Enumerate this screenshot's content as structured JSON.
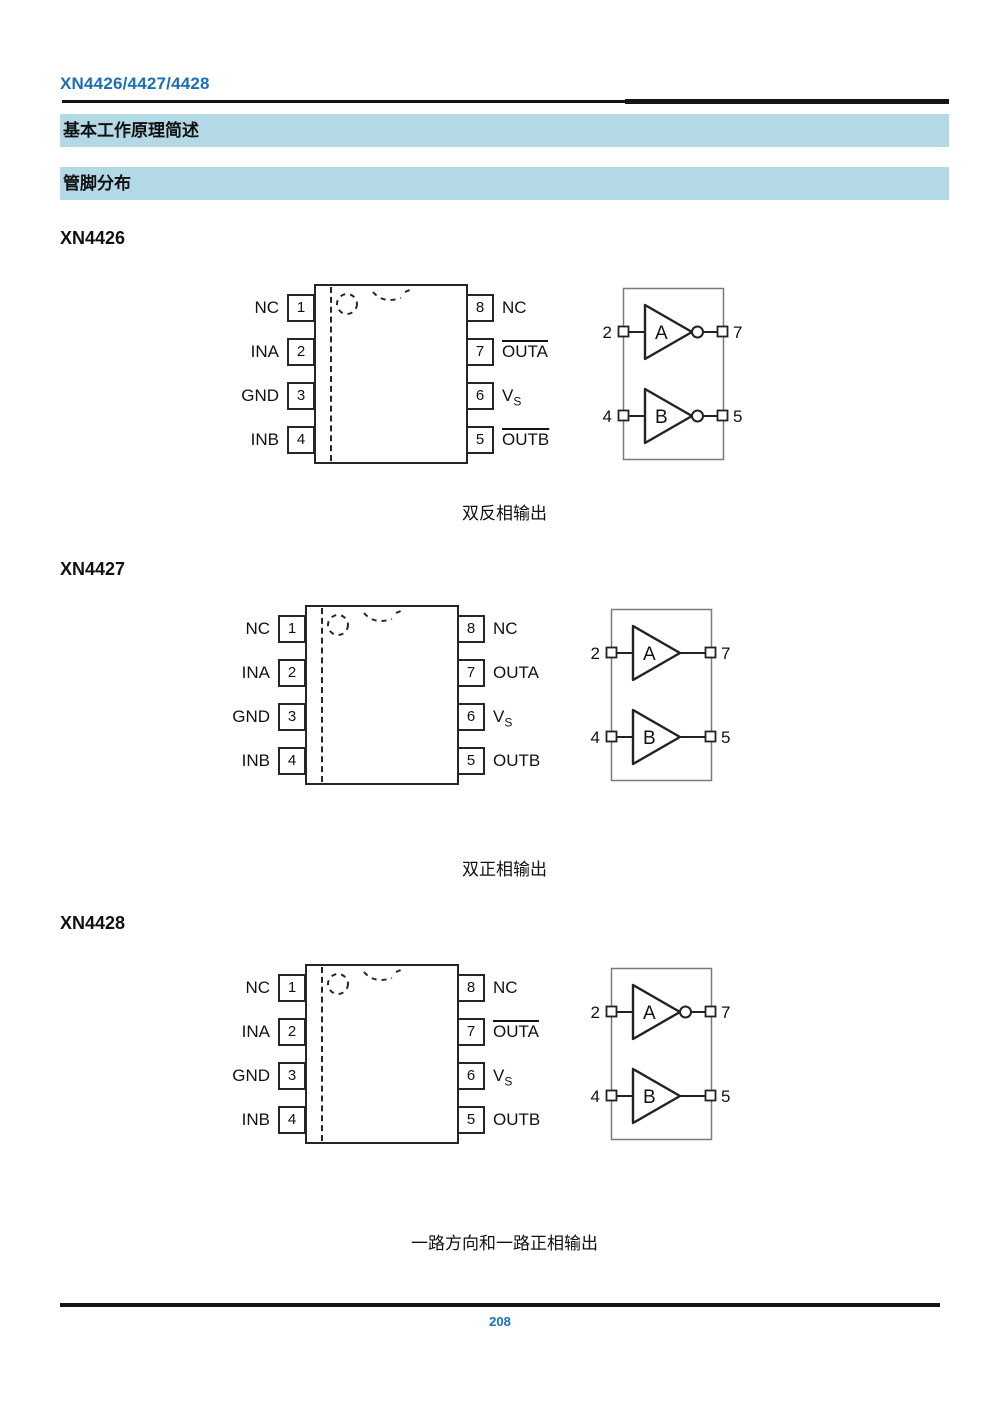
{
  "colors": {
    "accent_blue": "#1b6fb8",
    "banner_bg": "#b2d9e5",
    "rule_black": "#151515"
  },
  "page": {
    "header_title": "XN4426/4427/4428",
    "banners": [
      "基本工作原理简述",
      "管脚分布"
    ],
    "page_number": "208"
  },
  "sections": [
    {
      "title": "XN4426",
      "caption": "双反相输出",
      "chip": {
        "left_pins": [
          {
            "num": "1",
            "label": "NC"
          },
          {
            "num": "2",
            "label": "INA"
          },
          {
            "num": "3",
            "label": "GND"
          },
          {
            "num": "4",
            "label": "INB"
          }
        ],
        "right_pins": [
          {
            "num": "8",
            "label": "NC",
            "overline": false
          },
          {
            "num": "7",
            "label": "OUTA",
            "overline": true
          },
          {
            "num": "6",
            "label": "V",
            "sub": "S",
            "overline": false
          },
          {
            "num": "5",
            "label": "OUTB",
            "overline": true
          }
        ]
      },
      "logic": {
        "gates": [
          {
            "name": "A",
            "input": "2",
            "output": "7",
            "inverting": true
          },
          {
            "name": "B",
            "input": "4",
            "output": "5",
            "inverting": true
          }
        ]
      }
    },
    {
      "title": "XN4427",
      "caption": "双正相输出",
      "chip": {
        "left_pins": [
          {
            "num": "1",
            "label": "NC"
          },
          {
            "num": "2",
            "label": "INA"
          },
          {
            "num": "3",
            "label": "GND"
          },
          {
            "num": "4",
            "label": "INB"
          }
        ],
        "right_pins": [
          {
            "num": "8",
            "label": "NC",
            "overline": false
          },
          {
            "num": "7",
            "label": "OUTA",
            "overline": false
          },
          {
            "num": "6",
            "label": "V",
            "sub": "S",
            "overline": false
          },
          {
            "num": "5",
            "label": "OUTB",
            "overline": false
          }
        ]
      },
      "logic": {
        "gates": [
          {
            "name": "A",
            "input": "2",
            "output": "7",
            "inverting": false
          },
          {
            "name": "B",
            "input": "4",
            "output": "5",
            "inverting": false
          }
        ]
      }
    },
    {
      "title": "XN4428",
      "caption": "一路方向和一路正相输出",
      "chip": {
        "left_pins": [
          {
            "num": "1",
            "label": "NC"
          },
          {
            "num": "2",
            "label": "INA"
          },
          {
            "num": "3",
            "label": "GND"
          },
          {
            "num": "4",
            "label": "INB"
          }
        ],
        "right_pins": [
          {
            "num": "8",
            "label": "NC",
            "overline": false
          },
          {
            "num": "7",
            "label": "OUTA",
            "overline": true
          },
          {
            "num": "6",
            "label": "V",
            "sub": "S",
            "overline": false
          },
          {
            "num": "5",
            "label": "OUTB",
            "overline": false
          }
        ]
      },
      "logic": {
        "gates": [
          {
            "name": "A",
            "input": "2",
            "output": "7",
            "inverting": true
          },
          {
            "name": "B",
            "input": "4",
            "output": "5",
            "inverting": false
          }
        ]
      }
    }
  ]
}
